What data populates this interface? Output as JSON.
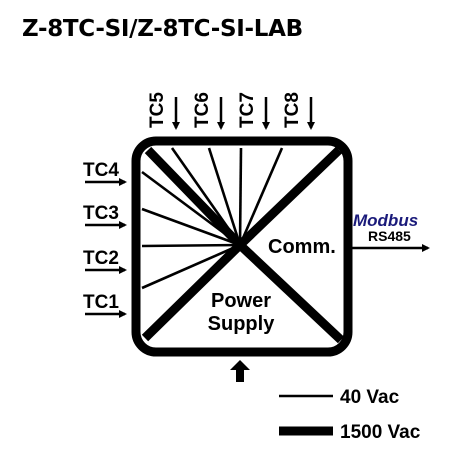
{
  "title": "Z-8TC-SI/Z-8TC-SI-LAB",
  "inputs_left": [
    "TC4",
    "TC3",
    "TC2",
    "TC1"
  ],
  "inputs_top": [
    "TC5",
    "TC6",
    "TC7",
    "TC8"
  ],
  "sections": {
    "comm": "Comm.",
    "power_line1": "Power",
    "power_line2": "Supply"
  },
  "output": {
    "protocol": "Modbus",
    "interface": "RS485"
  },
  "legend": [
    {
      "label": "40 Vac",
      "style": "thin"
    },
    {
      "label": "1500 Vac",
      "style": "thick"
    }
  ],
  "colors": {
    "line": "#000000",
    "modbus": "#1a1a7a",
    "background": "#ffffff"
  }
}
